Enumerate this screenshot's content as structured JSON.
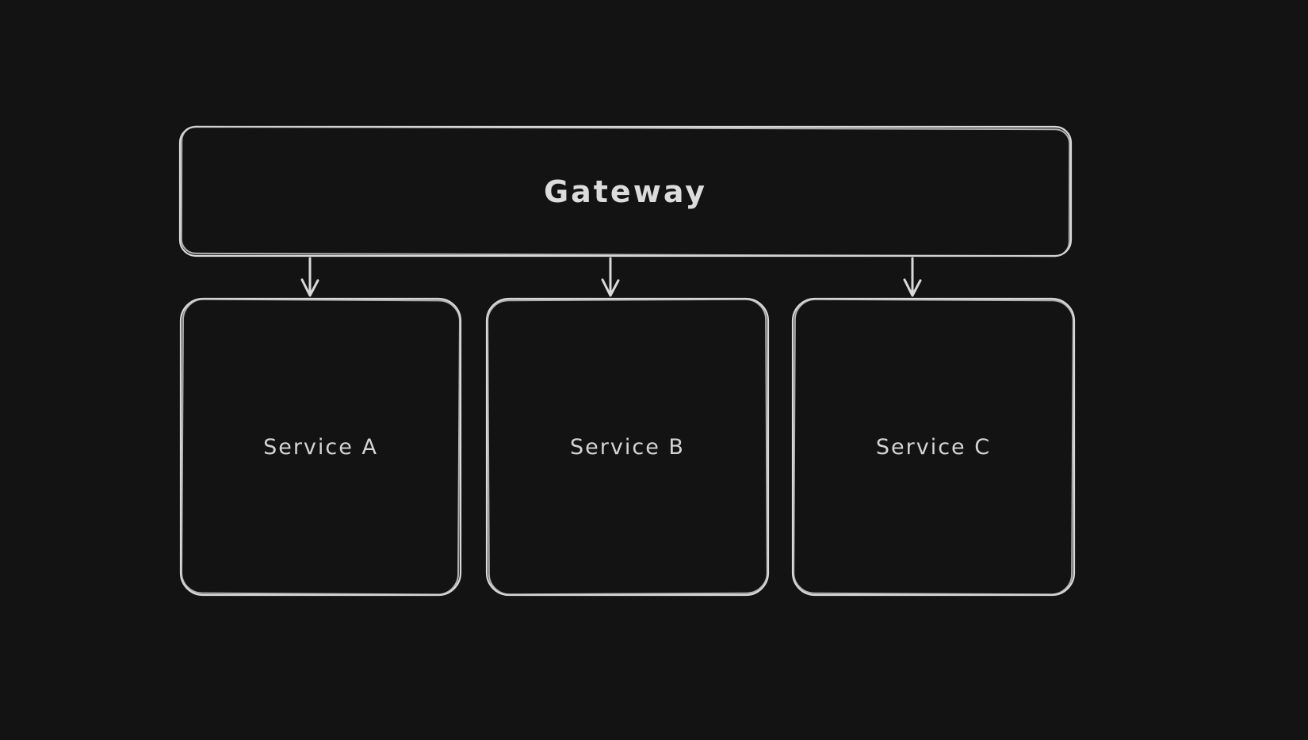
{
  "canvas": {
    "background_color": "#131314",
    "stroke_color": "#d9d9d9",
    "text_color": "#d9d9d9",
    "style": "hand-drawn-sketch"
  },
  "diagram": {
    "type": "architecture-diagram",
    "gateway": {
      "label": "Gateway"
    },
    "services": [
      {
        "label": "Service A"
      },
      {
        "label": "Service B"
      },
      {
        "label": "Service C"
      }
    ],
    "arrows": [
      {
        "from": "Gateway",
        "to": "Service A",
        "direction": "down"
      },
      {
        "from": "Gateway",
        "to": "Service B",
        "direction": "down"
      },
      {
        "from": "Gateway",
        "to": "Service C",
        "direction": "down"
      }
    ]
  }
}
